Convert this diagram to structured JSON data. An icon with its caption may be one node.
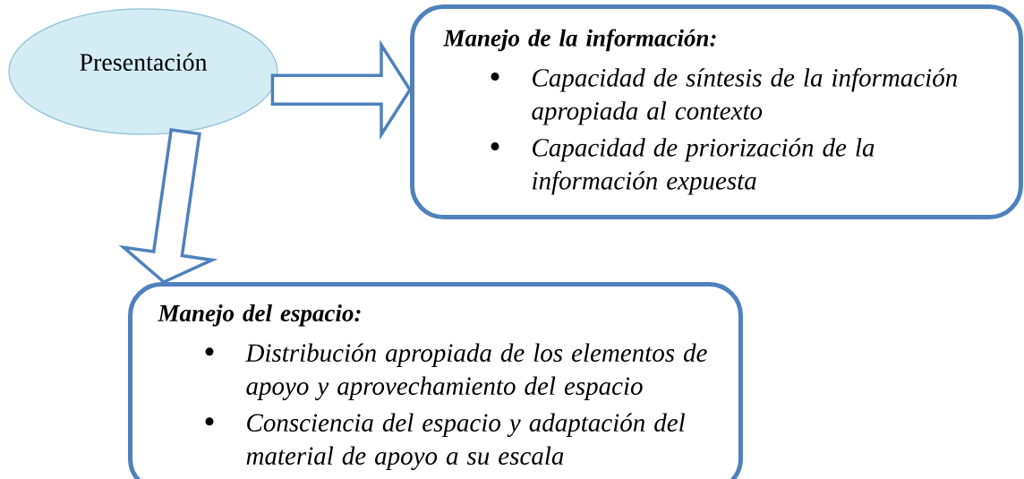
{
  "diagram": {
    "nodes": [
      {
        "text": [
          "Presentación"
        ]
      },
      {
        "text": [
          "Manejo de la información:",
          "Capacidad de síntesis de la información apropiada al contexto",
          "Capacidad de priorización de la información expuesta"
        ]
      },
      {
        "text": [
          "Manejo del espacio:",
          "Distribución apropiada de los elementos de apoyo y aprovechamiento del espacio",
          "Consciencia del espacio y adaptación del material de apoyo a su escala"
        ]
      }
    ],
    "edges": [
      {
        "from": 0,
        "to": 1,
        "arrow": "to"
      },
      {
        "from": 0,
        "to": 2,
        "arrow": "to"
      }
    ]
  }
}
